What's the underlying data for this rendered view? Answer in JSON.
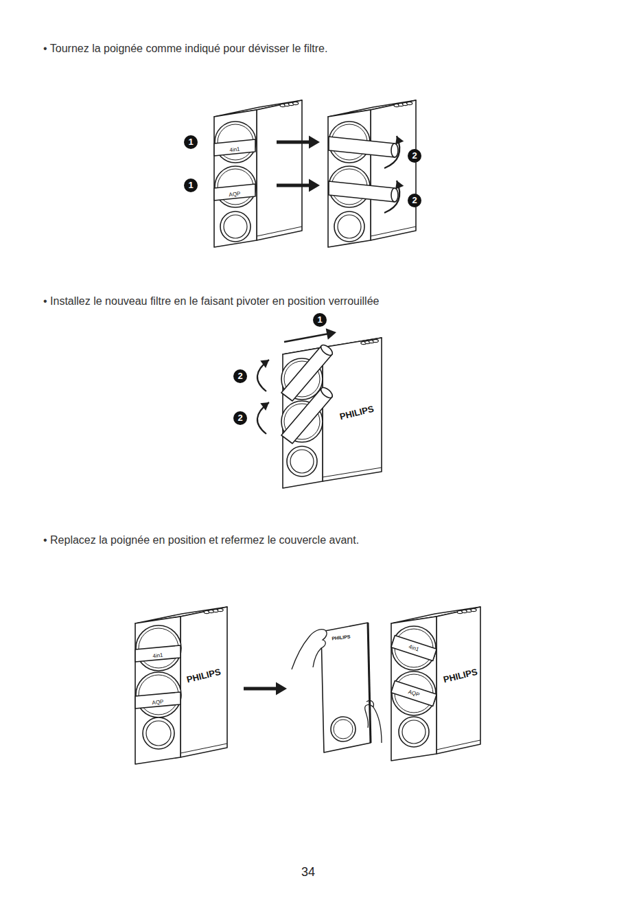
{
  "diagram": {
    "labels": [
      "• Tournez la poignée comme indiqué pour dévisser le filtre.",
      "1",
      "4in1",
      "1",
      "AQP",
      "2",
      "2",
      "• Installez le nouveau filtre en le faisant pivoter en position verrouillée",
      "1",
      "2",
      "2",
      "PHILIPS",
      "• Replacez la poignée en position et refermez le couvercle avant.",
      "4in1",
      "AQP",
      "PHILIPS",
      "PHILIPS",
      "4in1",
      "AQP",
      "PHILIPS",
      "34"
    ]
  }
}
